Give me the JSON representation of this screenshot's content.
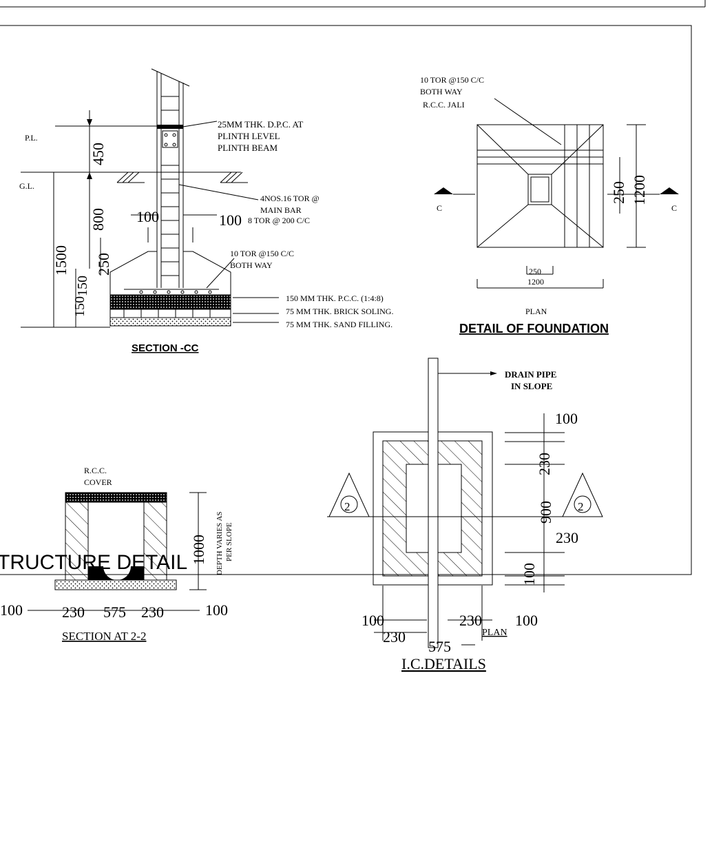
{
  "section_cc": {
    "title": "SECTION -CC",
    "pl": "P.L.",
    "gl": "G.L.",
    "dim_450": "450",
    "dim_800": "800",
    "dim_1500": "1500",
    "dim_250": "250",
    "dim_150": "150",
    "dim_150b": "150",
    "dim_100_left": "100",
    "dim_100_right": "100",
    "note_dpc_1": "25MM THK. D.P.C. AT",
    "note_dpc_2": "PLINTH LEVEL",
    "note_dpc_3": "PLINTH BEAM",
    "note_bar_1": "4NOS.16 TOR @",
    "note_bar_2": "MAIN BAR",
    "note_bar_3": "8 TOR @ 200 C/C",
    "note_tor_1": "10 TOR @150 C/C",
    "note_tor_2": "BOTH WAY",
    "layer_pcc": "150 MM THK. P.C.C. (1:4:8)",
    "layer_brick": "75  MM THK. BRICK SOLING.",
    "layer_sand": "75  MM THK. SAND FILLING."
  },
  "foundation_plan": {
    "note_1": "10 TOR @150 C/C",
    "note_2": "BOTH WAY",
    "note_3": "R.C.C. JALI",
    "cut_left": "C",
    "cut_right": "C",
    "dim_250_v": "250",
    "dim_1200_v": "1200",
    "dim_250_h": "250",
    "dim_1200_h": "1200",
    "plan_label": "PLAN",
    "title": "DETAIL OF FOUNDATION"
  },
  "section_22": {
    "cover_1": "R.C.C.",
    "cover_2": "COVER",
    "depth_1": "DEPTH VARIES AS",
    "depth_2": "PER SLOPE",
    "dim_1000": "1000",
    "dim_100_l": "100",
    "dim_230_l": "230",
    "dim_575": "575",
    "dim_230_r": "230",
    "dim_100_r": "100",
    "title": "SECTION AT 2-2"
  },
  "ic_details": {
    "drain_1": "DRAIN  PIPE",
    "drain_2": "IN  SLOPE",
    "dim_100_top": "100",
    "dim_230_top": "230",
    "dim_900": "900",
    "dim_230_mid": "230",
    "dim_100_bot": "100",
    "dim_100_l": "100",
    "dim_230_l": "230",
    "dim_575": "575",
    "dim_230_r": "230",
    "dim_100_r": "100",
    "mark_left": "2",
    "mark_right": "2",
    "plan_label": "PLAN",
    "title": "I.C.DETAILS"
  },
  "sheet_title": "TRUCTURE DETAIL"
}
